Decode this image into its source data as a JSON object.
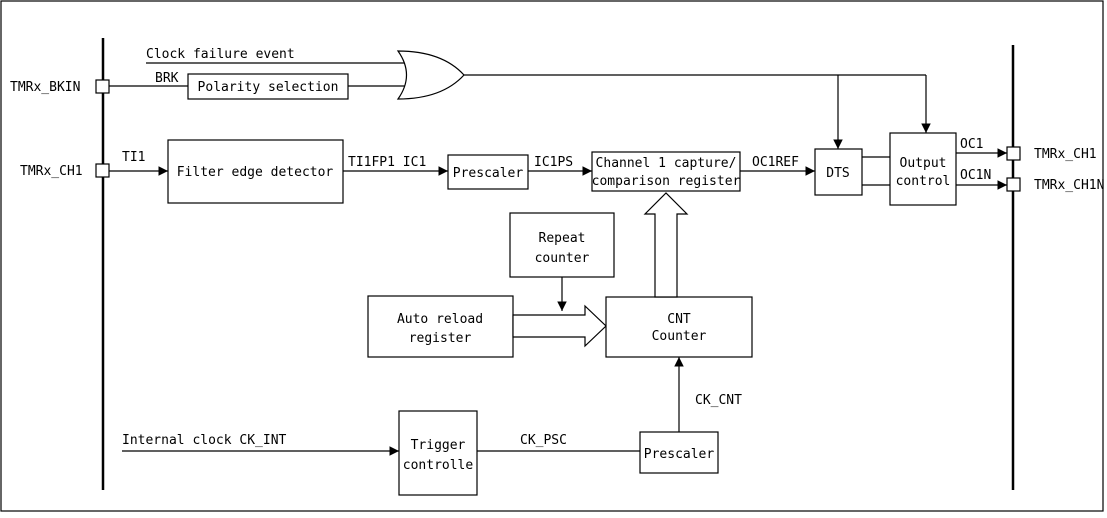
{
  "pins": {
    "bkin": "TMRx_BKIN",
    "ch1_in": "TMRx_CH1",
    "ch1_out": "TMRx_CH1",
    "ch1n_out": "TMRx_CH1N"
  },
  "signals": {
    "clock_failure": "Clock failure event",
    "brk": "BRK",
    "ti1": "TI1",
    "ti1fp1_ic1": "TI1FP1 IC1",
    "ic1ps": "IC1PS",
    "oc1ref": "OC1REF",
    "oc1": "OC1",
    "oc1n": "OC1N",
    "ck_cnt": "CK_CNT",
    "internal_clock": "Internal clock CK_INT",
    "ck_psc": "CK_PSC"
  },
  "blocks": {
    "polarity": "Polarity selection",
    "filter": "Filter edge detector",
    "prescaler_ic": "Prescaler",
    "channel_line1": "Channel 1 capture/",
    "channel_line2": "comparison register",
    "dts": "DTS",
    "output_line1": "Output",
    "output_line2": "control",
    "repeat_line1": "Repeat",
    "repeat_line2": "counter",
    "autoreload_line1": "Auto reload",
    "autoreload_line2": "register",
    "cnt_line1": "CNT",
    "cnt_line2": "Counter",
    "trigger_line1": "Trigger",
    "trigger_line2": "controlle",
    "prescaler_clk": "Prescaler"
  }
}
